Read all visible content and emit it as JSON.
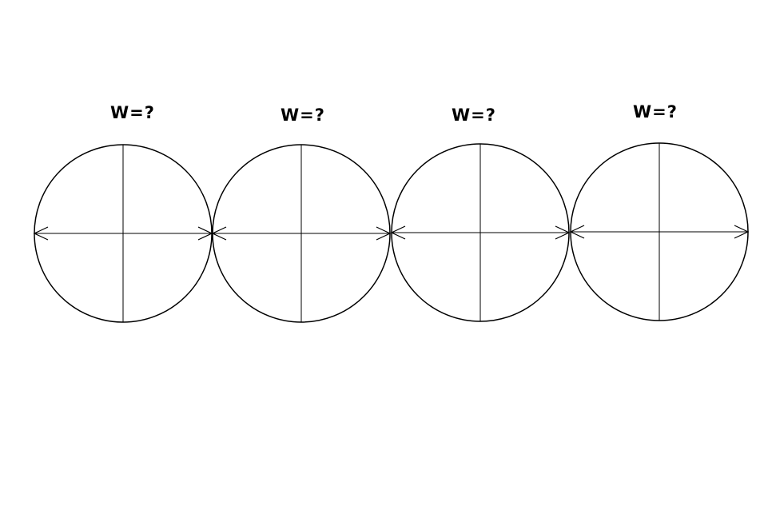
{
  "diagram": {
    "circles": [
      {
        "label": "W=?"
      },
      {
        "label": "W=?"
      },
      {
        "label": "W=?"
      },
      {
        "label": "W=?"
      }
    ]
  }
}
